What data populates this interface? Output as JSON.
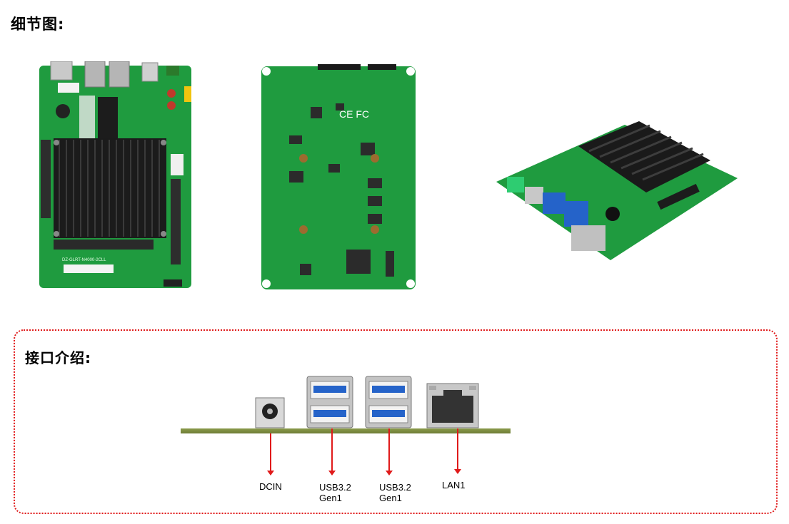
{
  "headings": {
    "detail": "细节图:",
    "interfaces": "接口介绍:"
  },
  "photos": [
    {
      "id": "board-top-view",
      "silkscreen_1": "DZ-GLRT-N4000-2CLL"
    },
    {
      "id": "board-bottom-view"
    },
    {
      "id": "board-angled-view"
    }
  ],
  "ports": [
    {
      "label": "DCIN"
    },
    {
      "label": "USB3.2\nGen1"
    },
    {
      "label": "USB3.2\nGen1"
    },
    {
      "label": "LAN1"
    }
  ],
  "colors": {
    "pcb": "#1e9a3e",
    "heatsink": "#1a1a1a",
    "usb": "#2563c9",
    "accent": "#e01a1a"
  }
}
